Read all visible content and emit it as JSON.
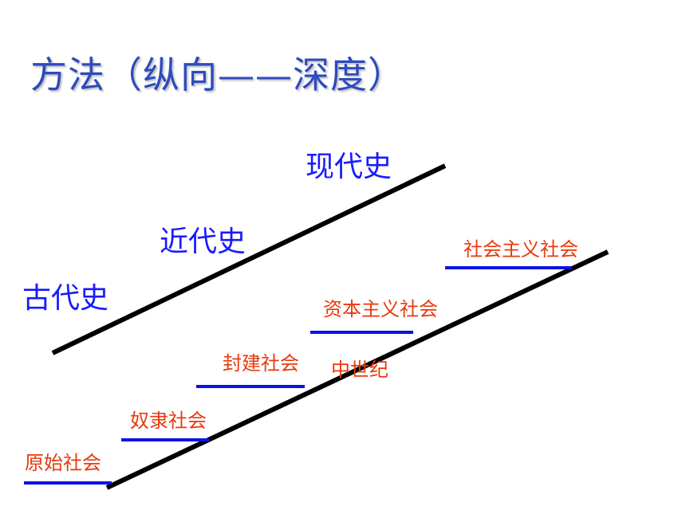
{
  "title": "方法（纵向——深度）",
  "eras": {
    "ancient": "古代史",
    "modern": "近代史",
    "contemporary": "现代史"
  },
  "stages": {
    "primitive": "原始社会",
    "slave": "奴隶社会",
    "feudal": "封建社会",
    "medieval": "中世纪",
    "capitalist": "资本主义社会",
    "socialist": "社会主义社会"
  },
  "colors": {
    "title": "#2e4bbd",
    "era_text": "#1a1aff",
    "stage_text": "#e8390e",
    "step_line": "#0a14e6",
    "diagonal": "#000000"
  }
}
